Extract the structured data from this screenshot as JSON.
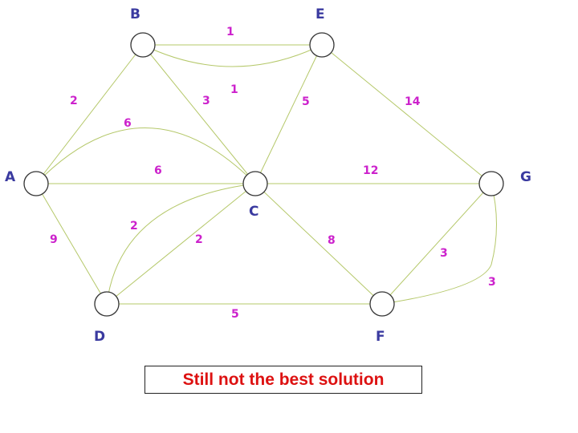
{
  "colors": {
    "node_label": "#3a3aa0",
    "weight_label": "#cc22cc",
    "edge": "#b5c86a",
    "caption": "#dd1111"
  },
  "nodes": {
    "B": "B",
    "E": "E",
    "A": "A",
    "C": "C",
    "G": "G",
    "D": "D",
    "F": "F"
  },
  "weights": {
    "B-E-straight": "1",
    "B-E-curve": "1",
    "A-B": "2",
    "B-C": "3",
    "E-C": "5",
    "E-G": "14",
    "A-C-curve": "6",
    "A-C-straight": "6",
    "C-G": "12",
    "A-D": "9",
    "D-C-curve": "2",
    "D-C-straight": "2",
    "C-F": "8",
    "F-G-straight": "3",
    "F-G-curve": "3",
    "D-F": "5"
  },
  "caption": "Still not the best solution"
}
